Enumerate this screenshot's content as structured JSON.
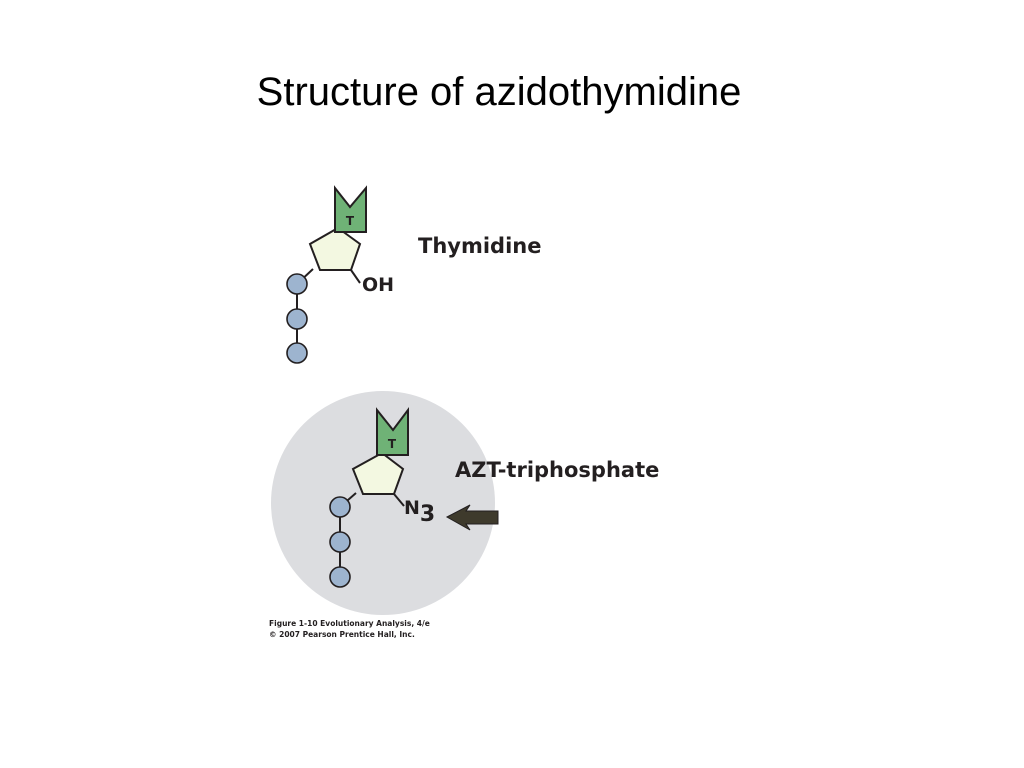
{
  "slide": {
    "title": "Structure of azidothymidine"
  },
  "thymidine": {
    "label": "Thymidine",
    "base_letter": "T",
    "group": "OH"
  },
  "azt": {
    "label": "AZT-triphosphate",
    "base_letter": "T",
    "group_main": "N",
    "group_sub": "3"
  },
  "caption": {
    "line1": "Figure 1-10 Evolutionary Analysis, 4/e",
    "line2": "© 2007 Pearson Prentice Hall, Inc."
  },
  "colors": {
    "base_fill": "#6fb276",
    "sugar_fill": "#f3f8e1",
    "phosphate_fill": "#9db4cf",
    "highlight_circle": "#dcdde0",
    "arrow_fill": "#3e3a2c"
  }
}
